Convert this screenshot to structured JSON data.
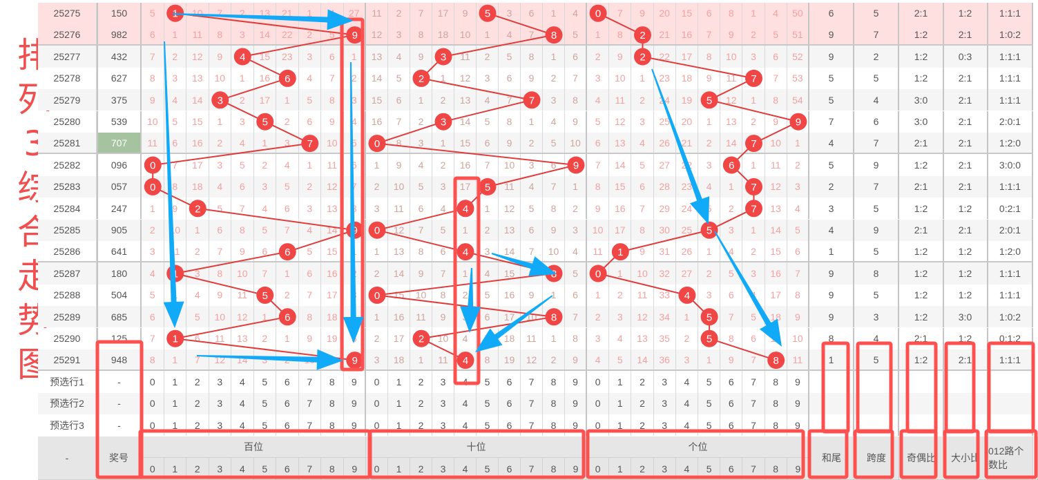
{
  "title_chars": [
    "排",
    "列",
    "3",
    "综",
    "合",
    "走",
    "势",
    "图"
  ],
  "colors": {
    "ball": "#f04646",
    "line": "#e03c3c",
    "annotation_red": "#ff5050",
    "arrow_blue": "#10aaf8",
    "highlight_row": "#ffe0e0",
    "hit_number_bg": "#a6c3a0"
  },
  "rows": [
    {
      "period": "25275",
      "number": "150",
      "h": [
        5,
        1,
        10,
        7,
        2,
        13,
        21,
        1,
        4,
        27
      ],
      "t": [
        11,
        2,
        7,
        17,
        9,
        5,
        3,
        6,
        1,
        4
      ],
      "o": [
        0,
        7,
        9,
        20,
        15,
        6,
        8,
        1,
        4,
        50
      ],
      "hit": [
        1,
        5,
        0
      ],
      "stats": [
        "6",
        "5",
        "2:1",
        "1:2",
        "1:1:1"
      ]
    },
    {
      "period": "25276",
      "number": "982",
      "h": [
        6,
        1,
        11,
        8,
        3,
        14,
        22,
        2,
        5,
        9
      ],
      "t": [
        12,
        3,
        8,
        18,
        10,
        1,
        4,
        7,
        8,
        5
      ],
      "o": [
        1,
        8,
        2,
        21,
        16,
        7,
        9,
        2,
        5,
        51
      ],
      "hit": [
        9,
        8,
        2
      ],
      "stats": [
        "9",
        "7",
        "1:2",
        "2:1",
        "1:0:2"
      ]
    },
    {
      "period": "25277",
      "number": "432",
      "h": [
        7,
        2,
        12,
        9,
        4,
        15,
        23,
        3,
        6,
        1
      ],
      "t": [
        13,
        4,
        9,
        3,
        11,
        2,
        5,
        8,
        1,
        6
      ],
      "o": [
        2,
        9,
        2,
        22,
        17,
        8,
        10,
        3,
        6,
        52
      ],
      "hit": [
        4,
        3,
        2
      ],
      "stats": [
        "9",
        "2",
        "1:2",
        "0:3",
        "1:1:1"
      ]
    },
    {
      "period": "25278",
      "number": "627",
      "h": [
        8,
        3,
        13,
        10,
        1,
        16,
        6,
        4,
        7,
        2
      ],
      "t": [
        14,
        5,
        2,
        1,
        12,
        3,
        6,
        9,
        2,
        7
      ],
      "o": [
        3,
        10,
        1,
        23,
        18,
        9,
        11,
        7,
        7,
        53
      ],
      "hit": [
        6,
        2,
        7
      ],
      "stats": [
        "5",
        "5",
        "1:2",
        "2:1",
        "1:1:1"
      ]
    },
    {
      "period": "25279",
      "number": "375",
      "h": [
        9,
        4,
        14,
        3,
        2,
        17,
        1,
        5,
        8,
        3
      ],
      "t": [
        15,
        6,
        1,
        2,
        13,
        4,
        7,
        7,
        3,
        8
      ],
      "o": [
        4,
        11,
        2,
        24,
        19,
        5,
        12,
        1,
        8,
        54
      ],
      "hit": [
        3,
        7,
        5
      ],
      "stats": [
        "5",
        "4",
        "3:0",
        "2:1",
        "1:1:1"
      ]
    },
    {
      "period": "25280",
      "number": "539",
      "h": [
        10,
        5,
        15,
        1,
        3,
        5,
        2,
        6,
        9,
        4
      ],
      "t": [
        16,
        7,
        2,
        3,
        14,
        5,
        8,
        1,
        4,
        9
      ],
      "o": [
        5,
        12,
        3,
        25,
        20,
        1,
        13,
        2,
        9,
        9
      ],
      "hit": [
        5,
        3,
        9
      ],
      "stats": [
        "7",
        "6",
        "3:0",
        "2:1",
        "2:0:1"
      ]
    },
    {
      "period": "25281",
      "number": "707",
      "h": [
        11,
        6,
        16,
        2,
        4,
        1,
        3,
        7,
        10,
        5
      ],
      "t": [
        0,
        8,
        3,
        1,
        15,
        6,
        9,
        2,
        5,
        10
      ],
      "o": [
        6,
        13,
        4,
        26,
        21,
        2,
        14,
        7,
        10,
        1
      ],
      "hit": [
        7,
        0,
        7
      ],
      "stats": [
        "4",
        "7",
        "2:1",
        "2:1",
        "1:2:0"
      ],
      "special": true
    },
    {
      "period": "25282",
      "number": "096",
      "h": [
        0,
        7,
        17,
        3,
        5,
        2,
        4,
        1,
        11,
        6
      ],
      "t": [
        1,
        9,
        4,
        2,
        16,
        7,
        10,
        3,
        6,
        9
      ],
      "o": [
        7,
        14,
        5,
        27,
        22,
        3,
        6,
        1,
        11,
        2
      ],
      "hit": [
        0,
        9,
        6
      ],
      "stats": [
        "5",
        "9",
        "1:2",
        "2:1",
        "3:0:0"
      ]
    },
    {
      "period": "25283",
      "number": "057",
      "h": [
        0,
        8,
        18,
        4,
        6,
        3,
        5,
        2,
        12,
        7
      ],
      "t": [
        2,
        10,
        5,
        3,
        17,
        5,
        11,
        4,
        7,
        1
      ],
      "o": [
        8,
        15,
        6,
        28,
        23,
        4,
        1,
        7,
        12,
        3
      ],
      "hit": [
        0,
        5,
        7
      ],
      "stats": [
        "2",
        "7",
        "2:1",
        "2:1",
        "1:1:1"
      ]
    },
    {
      "period": "25284",
      "number": "247",
      "h": [
        1,
        9,
        2,
        5,
        7,
        4,
        6,
        3,
        13,
        8
      ],
      "t": [
        3,
        11,
        6,
        4,
        4,
        1,
        12,
        5,
        8,
        2
      ],
      "o": [
        9,
        16,
        7,
        29,
        24,
        5,
        2,
        7,
        13,
        4
      ],
      "hit": [
        2,
        4,
        7
      ],
      "stats": [
        "3",
        "5",
        "1:2",
        "1:2",
        "0:2:1"
      ]
    },
    {
      "period": "25285",
      "number": "905",
      "h": [
        2,
        10,
        1,
        6,
        8,
        5,
        7,
        4,
        14,
        9
      ],
      "t": [
        0,
        12,
        7,
        5,
        1,
        2,
        13,
        6,
        9,
        3
      ],
      "o": [
        10,
        17,
        8,
        30,
        25,
        5,
        3,
        1,
        14,
        5
      ],
      "hit": [
        9,
        0,
        5
      ],
      "stats": [
        "4",
        "9",
        "2:1",
        "2:1",
        "2:0:1"
      ]
    },
    {
      "period": "25286",
      "number": "641",
      "h": [
        3,
        11,
        2,
        7,
        9,
        6,
        6,
        5,
        15,
        1
      ],
      "t": [
        1,
        13,
        8,
        6,
        4,
        3,
        14,
        7,
        10,
        4
      ],
      "o": [
        11,
        1,
        9,
        31,
        26,
        1,
        4,
        2,
        15,
        6
      ],
      "hit": [
        6,
        4,
        1
      ],
      "stats": [
        "1",
        "5",
        "1:2",
        "1:2",
        "1:2:0"
      ]
    },
    {
      "period": "25287",
      "number": "180",
      "h": [
        4,
        1,
        3,
        8,
        10,
        7,
        1,
        6,
        16,
        2
      ],
      "t": [
        2,
        14,
        9,
        7,
        1,
        4,
        15,
        8,
        8,
        5
      ],
      "o": [
        0,
        1,
        10,
        32,
        27,
        2,
        5,
        3,
        16,
        7
      ],
      "hit": [
        1,
        8,
        0
      ],
      "stats": [
        "9",
        "8",
        "1:2",
        "1:2",
        "1:1:1"
      ]
    },
    {
      "period": "25288",
      "number": "504",
      "h": [
        5,
        1,
        4,
        9,
        11,
        5,
        2,
        7,
        17,
        3
      ],
      "t": [
        0,
        15,
        10,
        8,
        2,
        5,
        16,
        9,
        1,
        6
      ],
      "o": [
        1,
        2,
        11,
        33,
        4,
        3,
        6,
        4,
        17,
        8
      ],
      "hit": [
        5,
        0,
        4
      ],
      "stats": [
        "9",
        "5",
        "1:2",
        "1:2",
        "1:1:1"
      ]
    },
    {
      "period": "25289",
      "number": "685",
      "h": [
        6,
        2,
        5,
        10,
        12,
        1,
        6,
        8,
        18,
        4
      ],
      "t": [
        1,
        16,
        11,
        9,
        3,
        6,
        17,
        10,
        8,
        7
      ],
      "o": [
        2,
        3,
        12,
        34,
        1,
        5,
        7,
        5,
        18,
        9
      ],
      "hit": [
        6,
        8,
        5
      ],
      "stats": [
        "9",
        "3",
        "1:2",
        "3:0",
        "1:0:2"
      ]
    },
    {
      "period": "25290",
      "number": "125",
      "h": [
        7,
        1,
        6,
        11,
        13,
        2,
        1,
        9,
        19,
        5
      ],
      "t": [
        2,
        17,
        2,
        10,
        4,
        7,
        18,
        11,
        1,
        8
      ],
      "o": [
        3,
        4,
        13,
        35,
        2,
        5,
        8,
        6,
        19,
        10
      ],
      "hit": [
        1,
        2,
        5
      ],
      "stats": [
        "8",
        "4",
        "2:1",
        "1:2",
        "0:1:2"
      ]
    },
    {
      "period": "25291",
      "number": "948",
      "h": [
        8,
        1,
        7,
        12,
        14,
        3,
        2,
        10,
        20,
        9
      ],
      "t": [
        3,
        18,
        1,
        11,
        4,
        8,
        19,
        12,
        2,
        9
      ],
      "o": [
        4,
        5,
        14,
        36,
        3,
        1,
        9,
        7,
        8,
        11
      ],
      "hit": [
        9,
        4,
        8
      ],
      "stats": [
        "1",
        "5",
        "1:2",
        "2:1",
        "1:1:1"
      ]
    }
  ],
  "preselect": [
    {
      "label": "预选行1",
      "number": "-",
      "digits": [
        "0",
        "1",
        "2",
        "3",
        "4",
        "5",
        "6",
        "7",
        "8",
        "9"
      ]
    },
    {
      "label": "预选行2",
      "number": "-",
      "digits": [
        "0",
        "1",
        "2",
        "3",
        "4",
        "5",
        "6",
        "7",
        "8",
        "9"
      ]
    },
    {
      "label": "预选行3",
      "number": "-",
      "digits": [
        "0",
        "1",
        "2",
        "3",
        "4",
        "5",
        "6",
        "7",
        "8",
        "9"
      ]
    }
  ],
  "header": {
    "period": "-",
    "number": "奖号",
    "groups": [
      "百位",
      "十位",
      "个位"
    ],
    "digits": [
      "0",
      "1",
      "2",
      "3",
      "4",
      "5",
      "6",
      "7",
      "8",
      "9"
    ],
    "stats": [
      "和尾",
      "跨度",
      "奇偶比",
      "大小比",
      "012路个数比"
    ]
  }
}
